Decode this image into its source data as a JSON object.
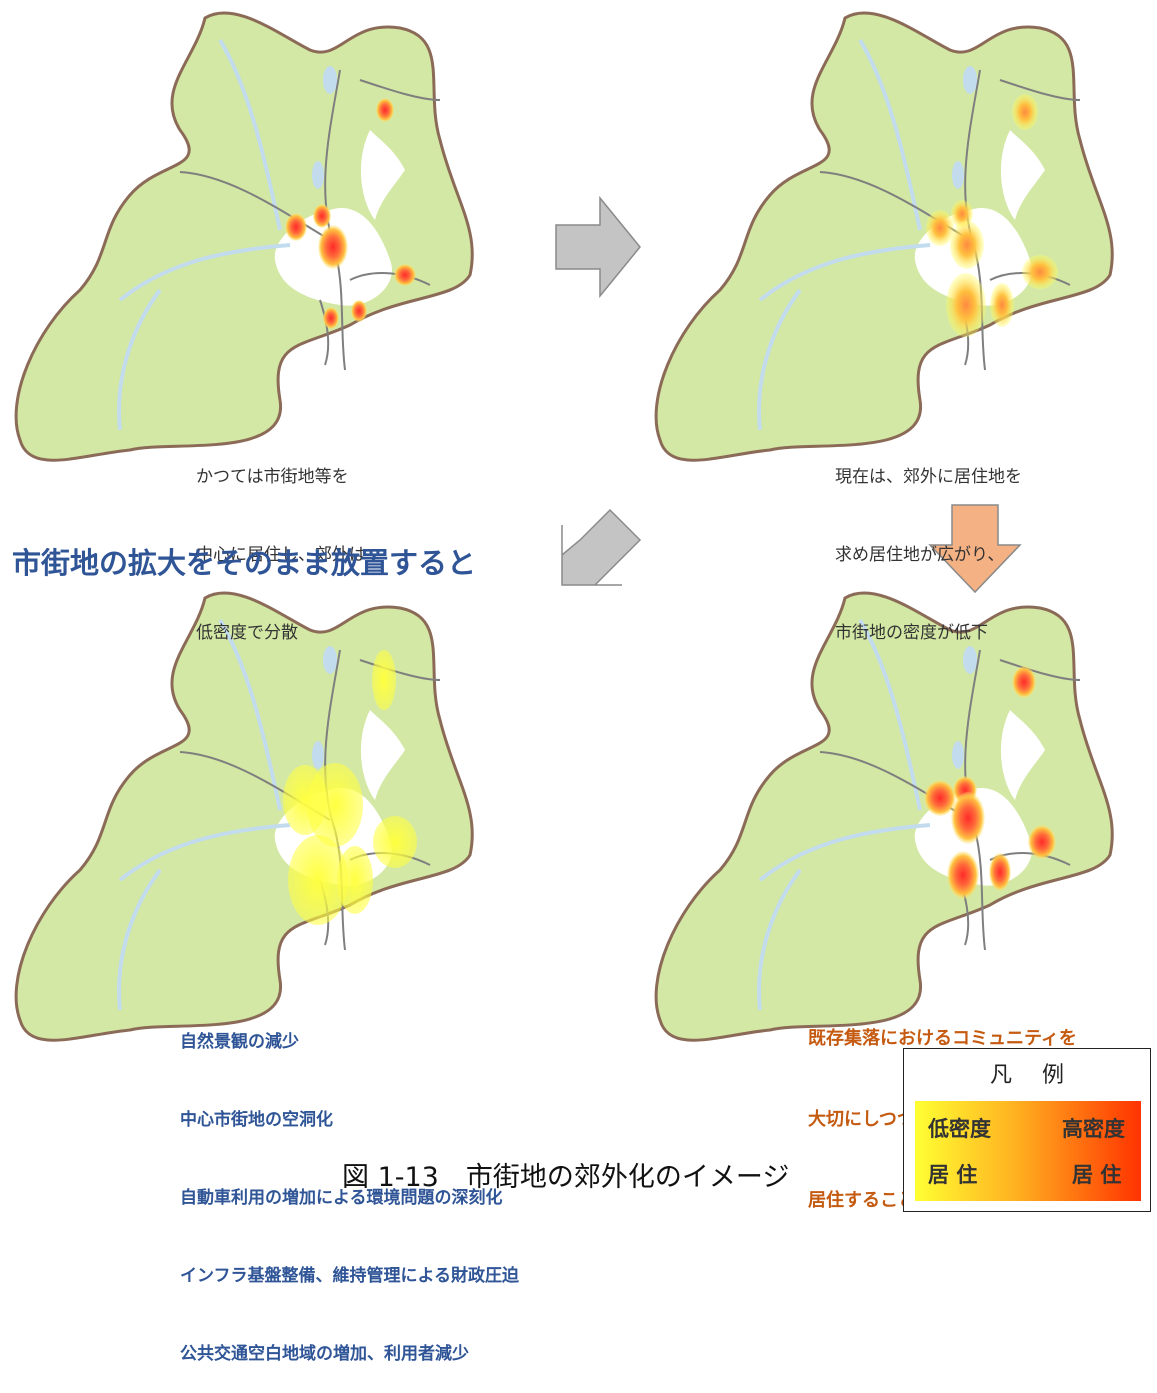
{
  "colors": {
    "land": "#d3e8a4",
    "outline": "#8b6b57",
    "river": "#c2dcee",
    "road": "#7f7f7f",
    "heading_blue": "#2f5597",
    "caption_orange": "#c55a11",
    "arrow_gray": "#c4c4c4",
    "arrow_orange": "#f4b183",
    "density_low": "#ffff33",
    "density_high": "#ff3300"
  },
  "panels": {
    "past": {
      "caption": [
        "かつては市街地等を",
        "中心に居住し、郊外は",
        "低密度で分散"
      ]
    },
    "present": {
      "caption": [
        "現在は、郊外に居住地を",
        "求め居住地が広がり、",
        "市街地の密度が低下"
      ]
    },
    "sprawl": {
      "caption": [
        "自然景観の減少",
        "中心市街地の空洞化",
        "自動車利用の増加による環境問題の深刻化",
        "インフラ基盤整備、維持管理による財政圧迫",
        "公共交通空白地域の増加、利用者減少"
      ]
    },
    "compact": {
      "caption": [
        "既存集落におけるコミュニティを",
        "大切にしつつ、まとまりを持って",
        "居住することが求められる。"
      ]
    }
  },
  "heading": "市街地の拡大をそのまま放置すると",
  "figure_caption": "図 1-13　市街地の郊外化のイメージ",
  "legend": {
    "title": "凡例",
    "low_label_1": "低密度",
    "low_label_2": "居 住",
    "high_label_1": "高密度",
    "high_label_2": "居 住"
  }
}
